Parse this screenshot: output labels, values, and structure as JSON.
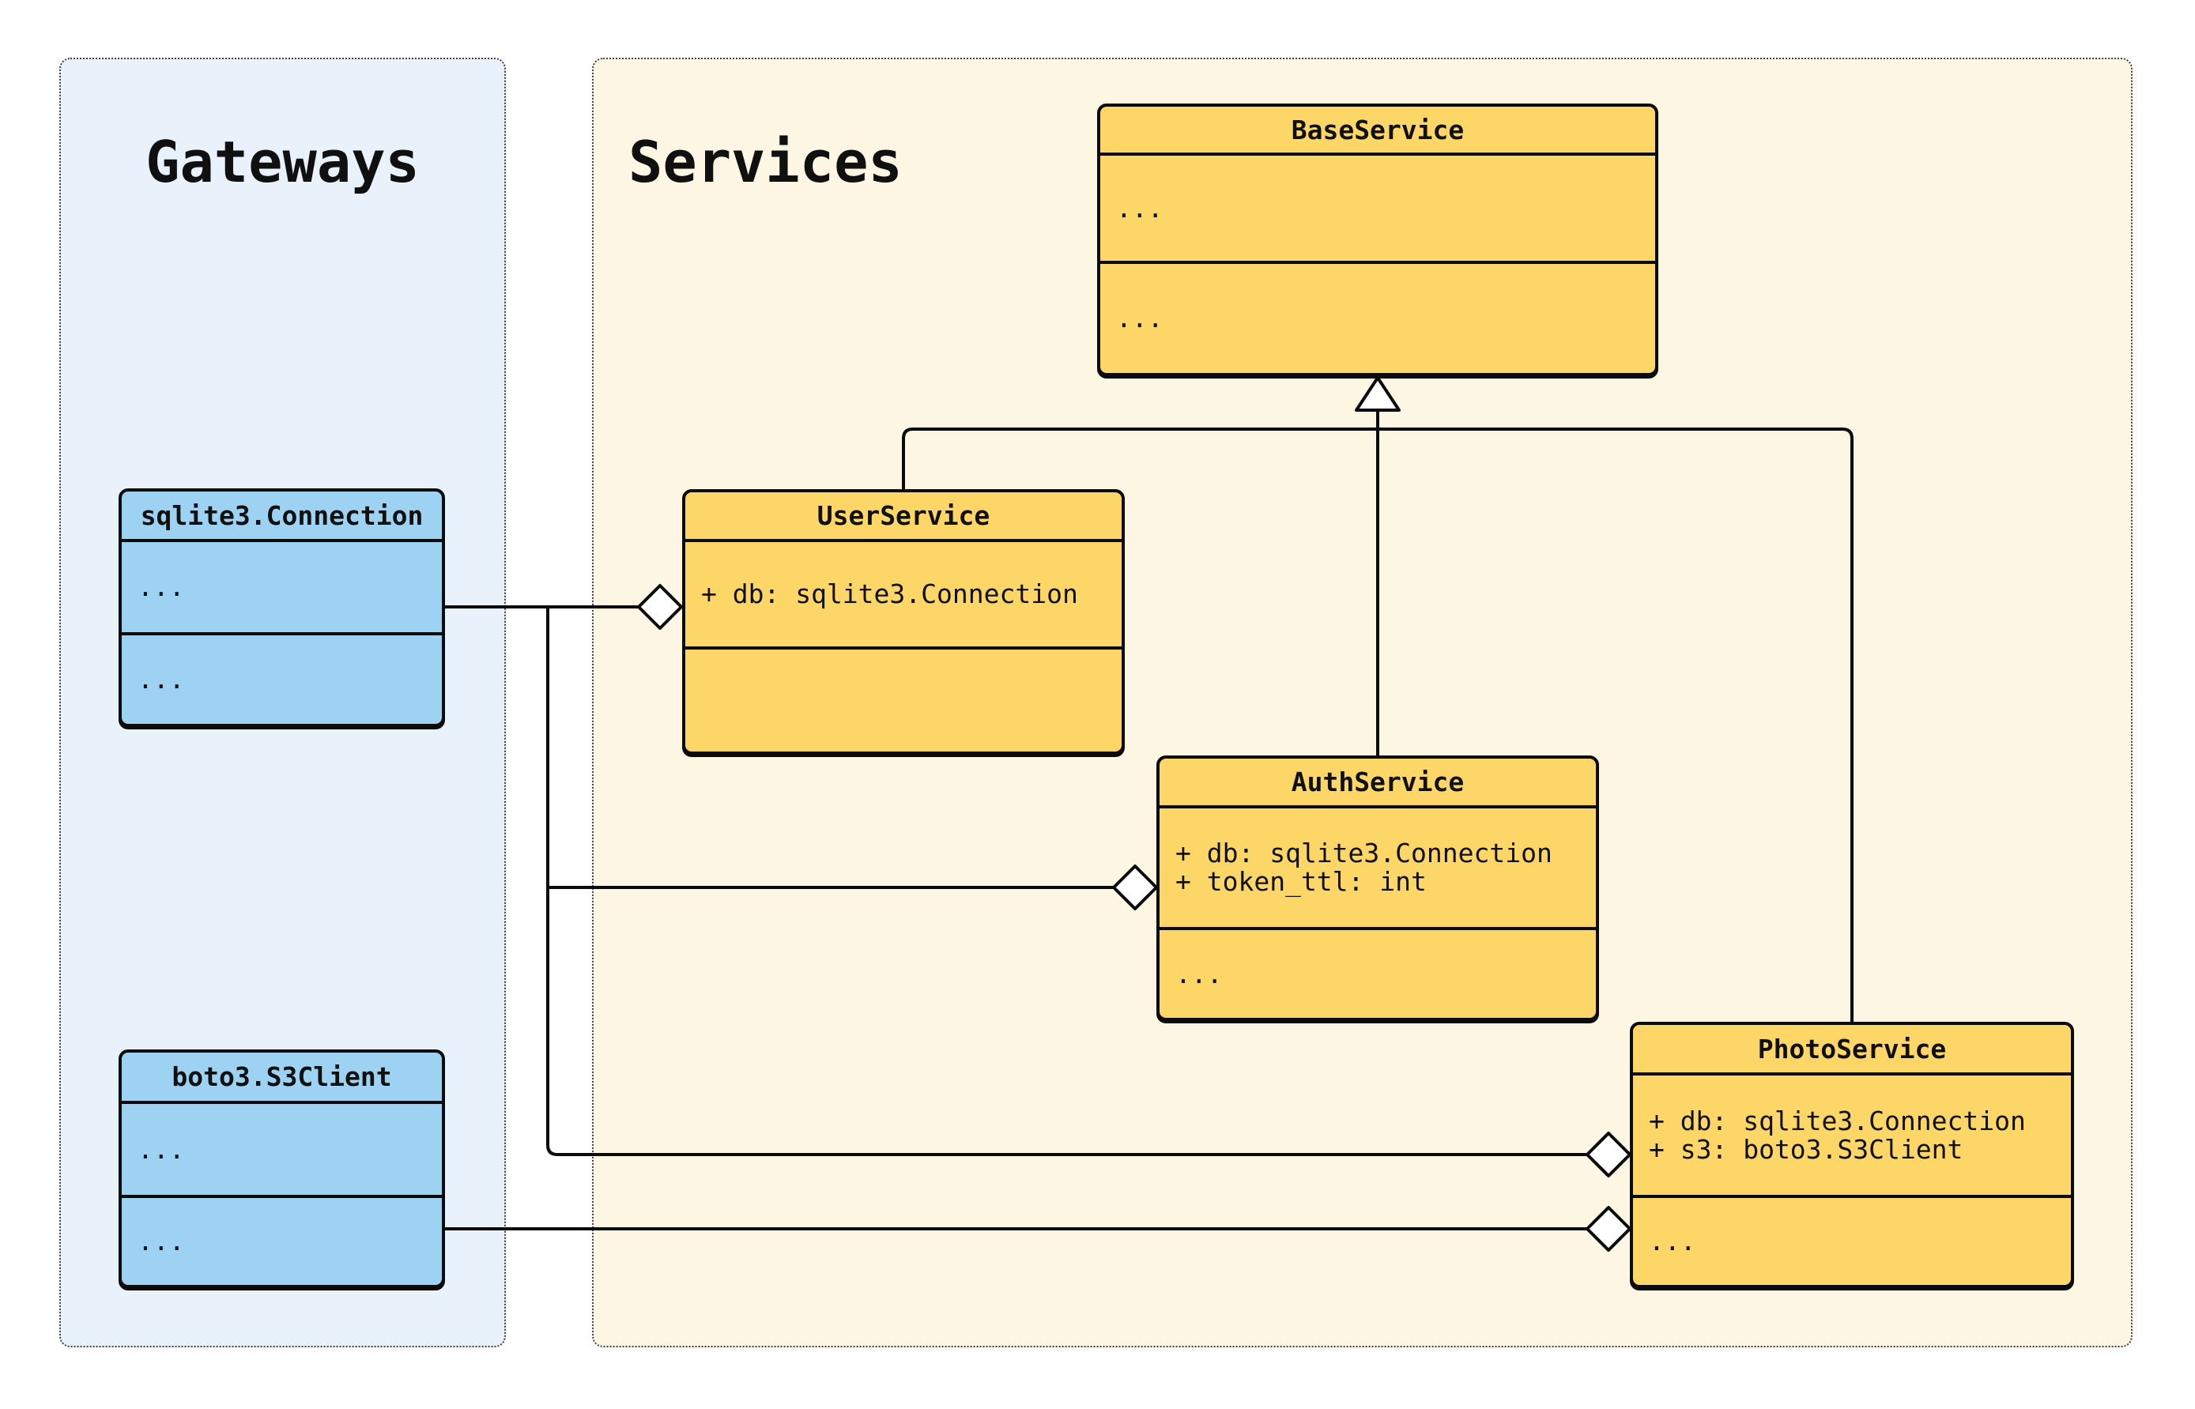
{
  "groups": {
    "gateways": {
      "label": "Gateways"
    },
    "services": {
      "label": "Services"
    }
  },
  "classes": {
    "base_service": {
      "title": "BaseService",
      "attributes": [
        "..."
      ],
      "methods": [
        "..."
      ]
    },
    "user_service": {
      "title": "UserService",
      "attributes": [
        "+ db: sqlite3.Connection"
      ],
      "methods": []
    },
    "auth_service": {
      "title": "AuthService",
      "attributes": [
        "+ db: sqlite3.Connection",
        "+ token_ttl: int"
      ],
      "methods": [
        "..."
      ]
    },
    "photo_service": {
      "title": "PhotoService",
      "attributes": [
        "+ db: sqlite3.Connection",
        "+ s3: boto3.S3Client"
      ],
      "methods": [
        "..."
      ]
    },
    "sqlite3_connection": {
      "title": "sqlite3.Connection",
      "attributes": [
        "..."
      ],
      "methods": [
        "..."
      ]
    },
    "boto3_s3client": {
      "title": "boto3.S3Client",
      "attributes": [
        "..."
      ],
      "methods": [
        "..."
      ]
    }
  },
  "relationships": [
    {
      "type": "inheritance",
      "marker": "hollow-triangle",
      "from": "UserService",
      "to": "BaseService"
    },
    {
      "type": "inheritance",
      "marker": "hollow-triangle",
      "from": "AuthService",
      "to": "BaseService"
    },
    {
      "type": "inheritance",
      "marker": "hollow-triangle",
      "from": "PhotoService",
      "to": "BaseService"
    },
    {
      "type": "aggregation",
      "marker": "hollow-diamond",
      "from": "sqlite3.Connection",
      "to": "UserService"
    },
    {
      "type": "aggregation",
      "marker": "hollow-diamond",
      "from": "sqlite3.Connection",
      "to": "AuthService"
    },
    {
      "type": "aggregation",
      "marker": "hollow-diamond",
      "from": "sqlite3.Connection",
      "to": "PhotoService"
    },
    {
      "type": "aggregation",
      "marker": "hollow-diamond",
      "from": "boto3.S3Client",
      "to": "PhotoService"
    }
  ],
  "colors": {
    "canvas_bg": "#FFFFFF",
    "services_group_bg": "#FDF6E3",
    "gateways_group_bg": "#E9F1FB",
    "service_box_fill": "#FCD768",
    "gateway_box_fill": "#9DD2F2",
    "stroke": "#0B0B0B",
    "group_border": "#3F3F3F",
    "marker_fill": "#FFFFFF",
    "text": "#101010"
  }
}
